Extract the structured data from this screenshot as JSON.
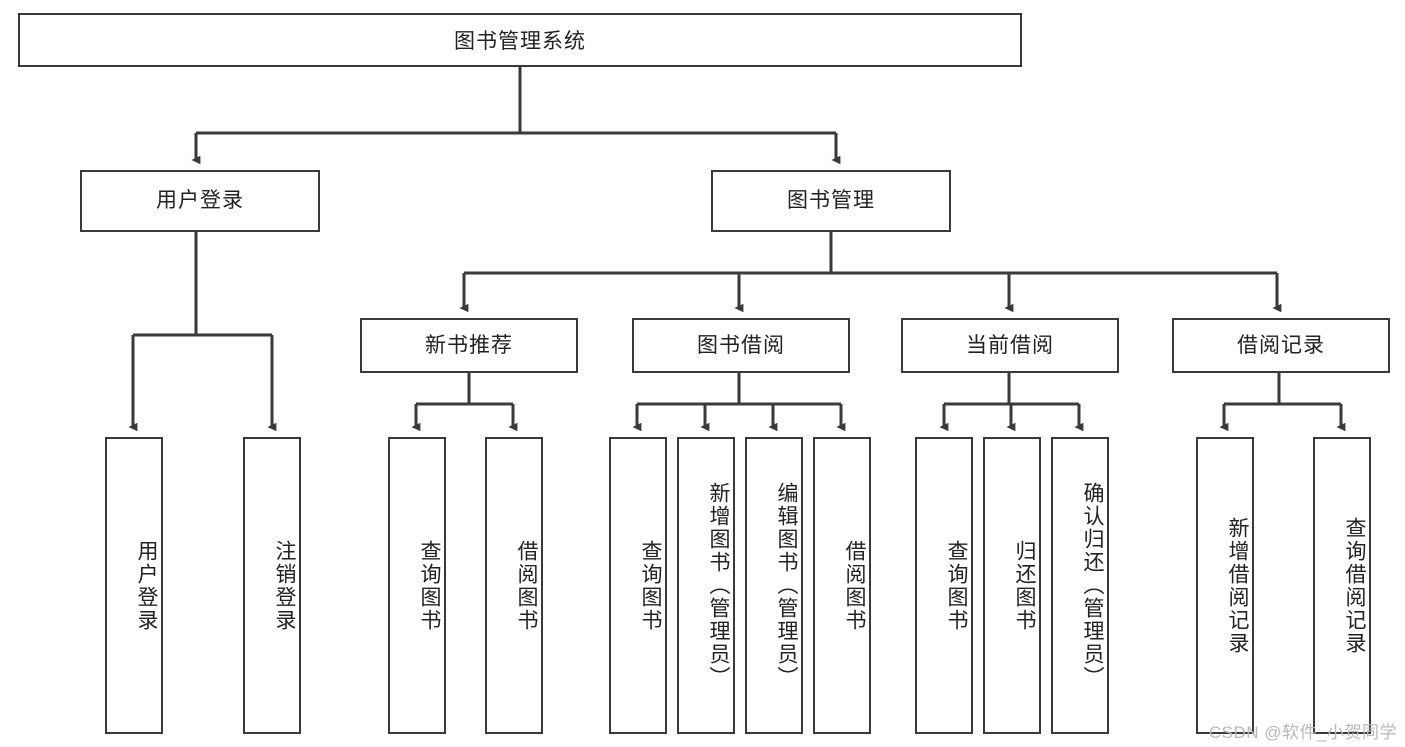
{
  "diagram": {
    "title": "图书管理系统",
    "type": "hierarchy-tree",
    "watermark": "CSDN @软件_小贺同学",
    "colors": {
      "stroke": "#3a3a3a",
      "fill": "#ffffff",
      "text": "#222222",
      "watermark": "#b9b9b9"
    },
    "levels": {
      "root_label": "图书管理系统",
      "level2": [
        {
          "label": "用户登录"
        },
        {
          "label": "图书管理"
        }
      ],
      "level3": [
        {
          "label": "新书推荐"
        },
        {
          "label": "图书借阅"
        },
        {
          "label": "当前借阅"
        },
        {
          "label": "借阅记录"
        }
      ],
      "leaves_user_login": [
        {
          "label": "用户登录"
        },
        {
          "label": "注销登录"
        }
      ],
      "leaves_new_book": [
        {
          "label": "查询图书"
        },
        {
          "label": "借阅图书"
        }
      ],
      "leaves_borrow": [
        {
          "label": "查询图书"
        },
        {
          "label": "新增图书（管理员）"
        },
        {
          "label": "编辑图书（管理员）"
        },
        {
          "label": "借阅图书"
        }
      ],
      "leaves_current": [
        {
          "label": "查询图书"
        },
        {
          "label": "归还图书"
        },
        {
          "label": "确认归还（管理员）"
        }
      ],
      "leaves_record": [
        {
          "label": "新增借阅记录"
        },
        {
          "label": "查询借阅记录"
        }
      ]
    }
  }
}
